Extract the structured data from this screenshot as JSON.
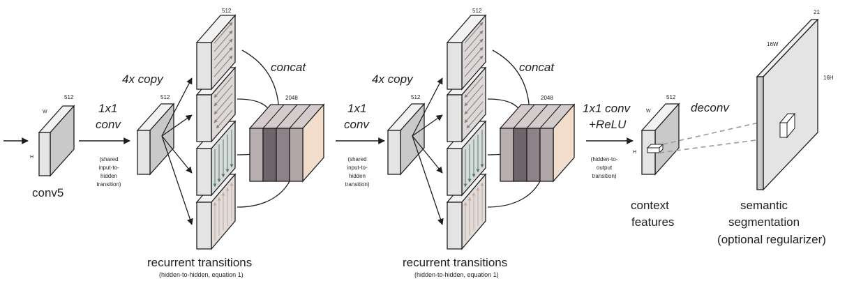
{
  "labels": {
    "conv5": "conv5",
    "conv5_dim": "512",
    "conv5_w": "W",
    "conv5_h": "H",
    "copy1": "4x copy",
    "copy1_dim": "512",
    "conv1x1_a_line1": "1x1",
    "conv1x1_a_line2": "conv",
    "shared_a": [
      "(shared",
      "input-to-",
      "hidden",
      "transition)"
    ],
    "rec_dim1": "512",
    "concat1": "concat",
    "concat1_dim": "2048",
    "rec_title1": "recurrent transitions",
    "rec_sub1": "(hidden-to-hidden, equation 1)",
    "copy2": "4x copy",
    "copy2_dim": "512",
    "conv1x1_b_line1": "1x1",
    "conv1x1_b_line2": "conv",
    "shared_b": [
      "(shared",
      "input-to-",
      "hidden",
      "transition)"
    ],
    "rec_dim2": "512",
    "concat2": "concat",
    "concat2_dim": "2048",
    "rec_title2": "recurrent transitions",
    "rec_sub2": "(hidden-to-hidden, equation 1)",
    "conv_relu_line1": "1x1 conv",
    "conv_relu_line2": "+ReLU",
    "hidden_out": [
      "(hidden-to-",
      "output",
      "transition)"
    ],
    "ctx_dim": "512",
    "ctx_w": "W",
    "ctx_h": "H",
    "ctx_line1": "context",
    "ctx_line2": "features",
    "deconv": "deconv",
    "seg_c": "21",
    "seg_w": "16W",
    "seg_h": "16H",
    "seg_line1": "semantic",
    "seg_line2": "segmentation",
    "seg_line3": "(optional regularizer)"
  },
  "colors": {
    "face": "#e4e4e4",
    "top": "#f2f2f2",
    "side": "#c9c9c9",
    "edge": "#1e1e1e",
    "arrow_down": "#4f7a6e",
    "arrow_up": "#c9a898",
    "arrow_diag": "#8a7f7a",
    "concat_dark": "#6d6569",
    "concat_mid": "#8d8287",
    "concat_light": "#b9aeb0",
    "concat_peach": "#f2dccb"
  }
}
